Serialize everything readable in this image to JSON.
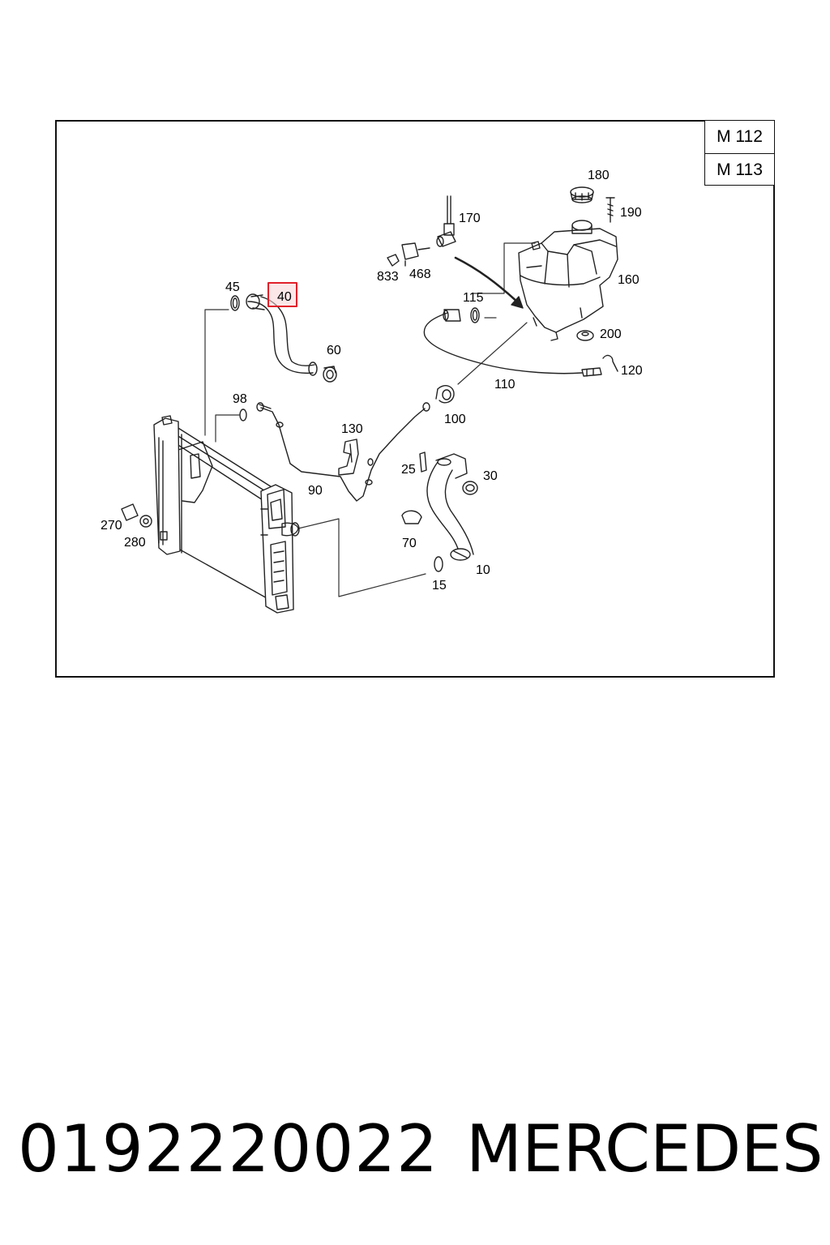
{
  "engine_codes": [
    "M 112",
    "M 113"
  ],
  "callouts": {
    "p10": "10",
    "p15": "15",
    "p25": "25",
    "p30": "30",
    "p40": "40",
    "p45": "45",
    "p60": "60",
    "p70": "70",
    "p90": "90",
    "p98": "98",
    "p100": "100",
    "p110": "110",
    "p115": "115",
    "p120": "120",
    "p130": "130",
    "p160": "160",
    "p170": "170",
    "p180": "180",
    "p190": "190",
    "p200": "200",
    "p270": "270",
    "p280": "280",
    "p468": "468",
    "p833": "833"
  },
  "highlighted_part": "40",
  "highlight_color": "#e0202a",
  "footer": {
    "part_number": "0192220022",
    "brand": "MERCEDES"
  }
}
